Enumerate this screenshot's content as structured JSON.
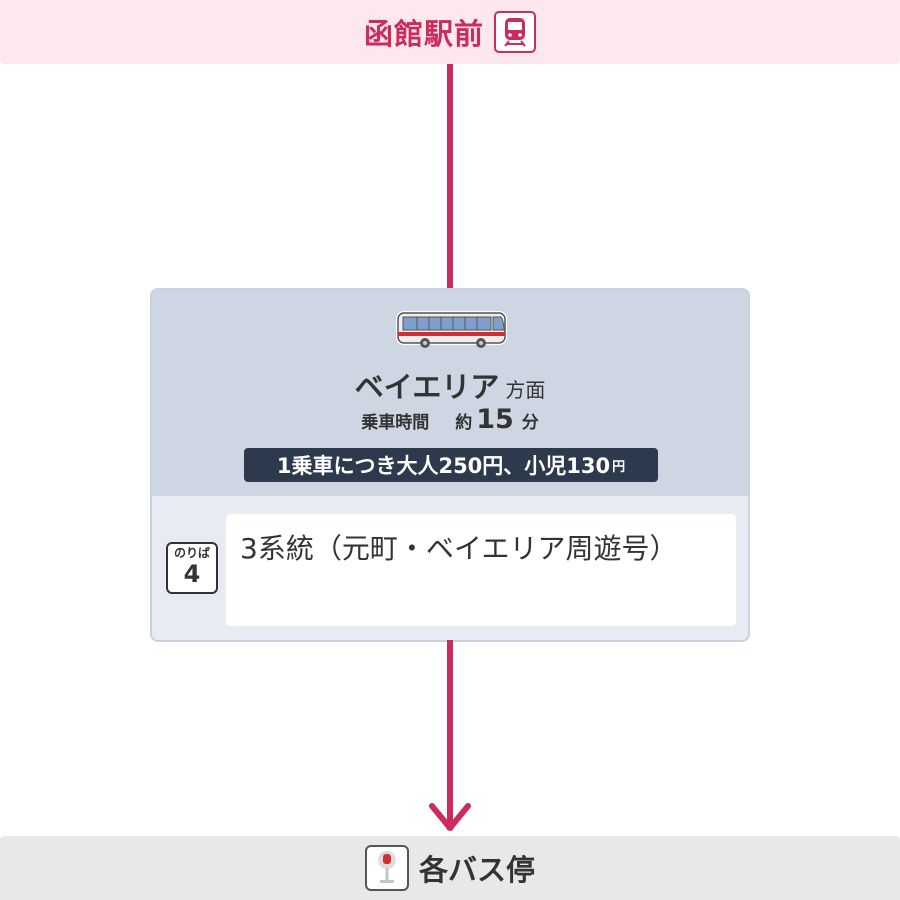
{
  "origin": {
    "name": "函館駅前",
    "icon": "train-icon",
    "color": "#cc2b5e"
  },
  "route": {
    "icon": "bus-icon",
    "destination": "ベイエリア",
    "destination_suffix": "方面",
    "ride_time_label": "乗車時間",
    "ride_time_approx": "約",
    "ride_time_value": "15",
    "ride_time_unit": "分",
    "fare_text": "1乗車につき大人250円、小児130",
    "fare_unit": "円",
    "stop_label": "のりば",
    "stop_number": "4",
    "route_name": "3系統（元町・ベイエリア周遊号）"
  },
  "destination": {
    "name": "各バス停",
    "icon": "bus-stop-icon"
  },
  "colors": {
    "accent": "#cc2b5e",
    "card_header": "#cdd6e2",
    "fare_bg": "#2d3a4d"
  }
}
